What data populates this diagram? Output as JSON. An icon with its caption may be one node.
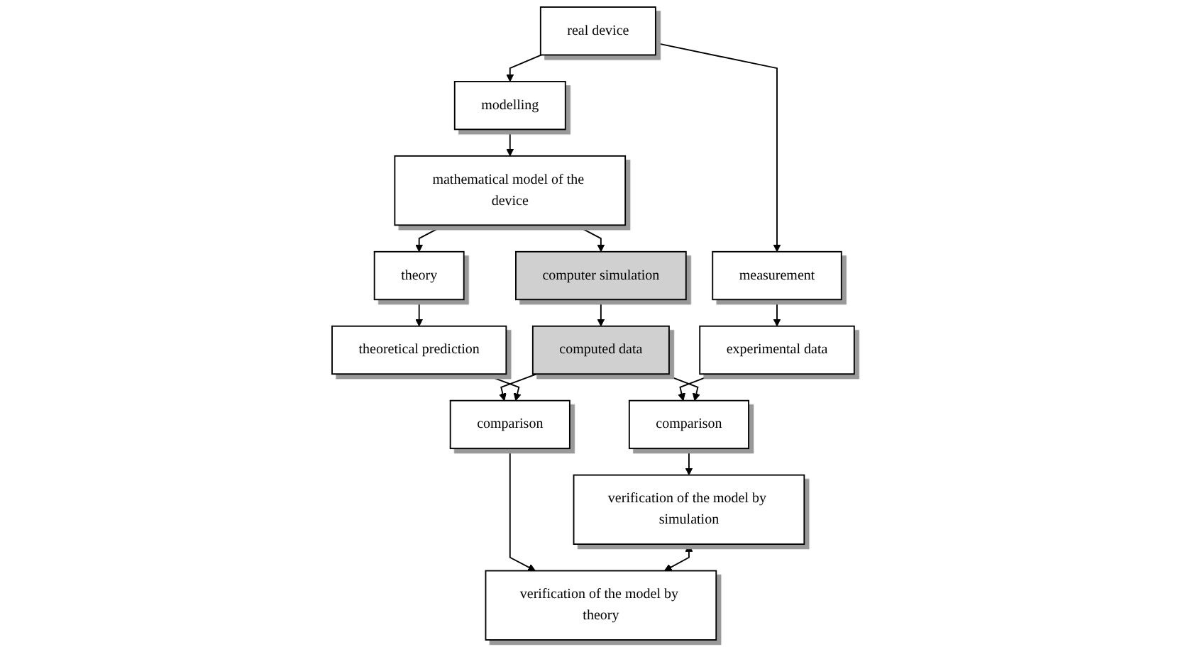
{
  "diagram": {
    "nodes": [
      {
        "text": [
          "real device"
        ]
      },
      {
        "text": [
          "modelling"
        ]
      },
      {
        "text": [
          "mathematical model of the device"
        ]
      },
      {
        "text": [
          "measurement"
        ]
      },
      {
        "text": [
          "computer simulation"
        ]
      },
      {
        "text": [
          "theory"
        ]
      },
      {
        "text": [
          "experimental data"
        ]
      },
      {
        "text": [
          "computed data"
        ]
      },
      {
        "text": [
          "theoretical prediction"
        ]
      },
      {
        "text": [
          "comparison"
        ]
      },
      {
        "text": [
          "comparison"
        ]
      },
      {
        "text": [
          "verification of the model by simulation"
        ]
      },
      {
        "text": [
          "verification of the model by theory"
        ]
      }
    ],
    "edges": [
      {
        "from": 0,
        "to": 1,
        "arrow": "to"
      },
      {
        "from": 1,
        "to": 2,
        "arrow": "to"
      },
      {
        "from": 0,
        "to": 3,
        "arrow": "to"
      },
      {
        "from": 2,
        "to": 4,
        "arrow": "to"
      },
      {
        "from": 2,
        "to": 5,
        "arrow": "to"
      },
      {
        "from": 3,
        "to": 6,
        "arrow": "to"
      },
      {
        "from": 4,
        "to": 7,
        "arrow": "to"
      },
      {
        "from": 5,
        "to": 8,
        "arrow": "to"
      },
      {
        "from": 6,
        "to": 9,
        "arrow": "to"
      },
      {
        "from": 7,
        "to": 9,
        "arrow": "to"
      },
      {
        "from": 7,
        "to": 10,
        "arrow": "to"
      },
      {
        "from": 8,
        "to": 10,
        "arrow": "to"
      },
      {
        "from": 9,
        "to": 11,
        "arrow": "to"
      },
      {
        "from": 10,
        "to": 12,
        "arrow": "to"
      },
      {
        "from": 11,
        "to": 12,
        "arrow": "both"
      }
    ]
  }
}
